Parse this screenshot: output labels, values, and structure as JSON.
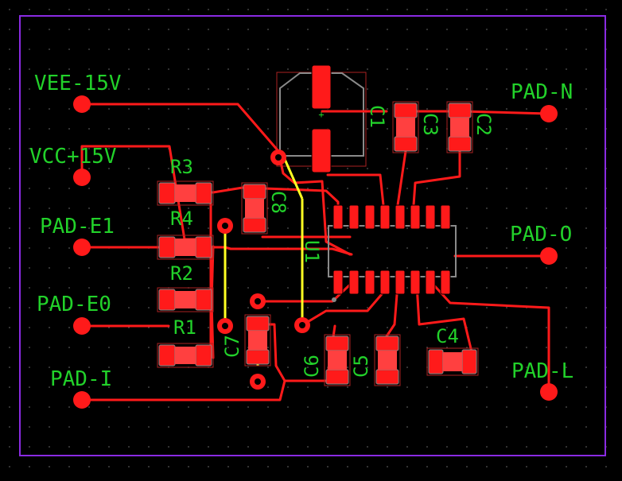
{
  "colors": {
    "background": "#000000",
    "copper": "#ff1a1a",
    "silkscreen": "#22d12a",
    "jumper": "#ffff22",
    "outline": "#8a2be2",
    "courtyard": "#8a8a8a"
  },
  "pads": {
    "vee": "VEE-15V",
    "vcc": "VCC+15V",
    "e1": "PAD-E1",
    "e0": "PAD-E0",
    "i": "PAD-I",
    "n": "PAD-N",
    "o": "PAD-O",
    "l": "PAD-L"
  },
  "components": {
    "r1": "R1",
    "r2": "R2",
    "r3": "R3",
    "r4": "R4",
    "c1": "C1",
    "c2": "C2",
    "c3": "C3",
    "c4": "C4",
    "c5": "C5",
    "c6": "C6",
    "c7": "C7",
    "c8": "C8",
    "u1": "U1"
  }
}
